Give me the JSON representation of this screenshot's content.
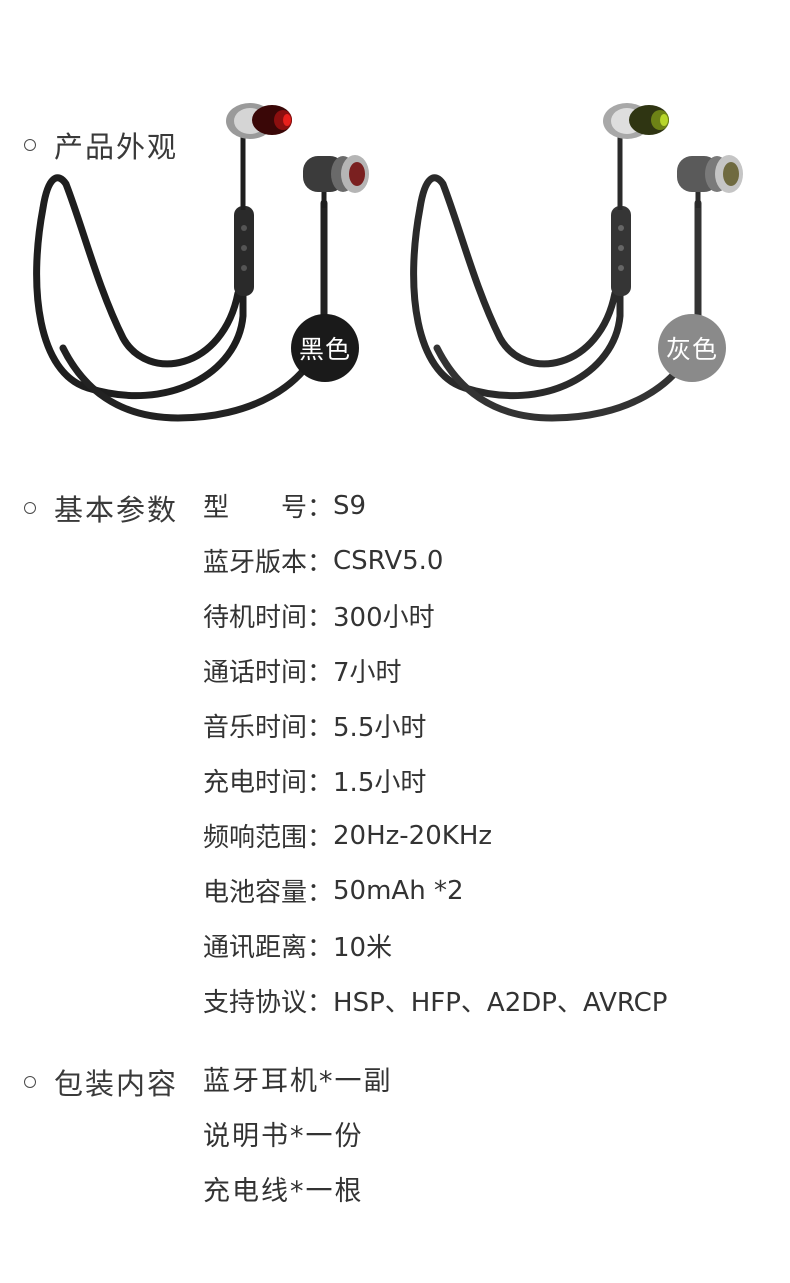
{
  "sections": {
    "appearance": {
      "title": "产品外观"
    },
    "specs": {
      "title": "基本参数"
    },
    "package": {
      "title": "包装内容"
    }
  },
  "colors": {
    "black": {
      "label": "黑色",
      "badge_color": "#1a1a1a",
      "tip_color": "#e8201c"
    },
    "grey": {
      "label": "灰色",
      "badge_color": "#8a8a8a",
      "tip_color": "#b7d62a"
    }
  },
  "specs": [
    {
      "label": "型　　号：",
      "value": "S9"
    },
    {
      "label": "蓝牙版本：",
      "value": "CSRV5.0"
    },
    {
      "label": "待机时间：",
      "value": "300小时"
    },
    {
      "label": "通话时间：",
      "value": "7小时"
    },
    {
      "label": "音乐时间：",
      "value": "5.5小时"
    },
    {
      "label": "充电时间：",
      "value": "1.5小时"
    },
    {
      "label": "频响范围：",
      "value": "20Hz-20KHz"
    },
    {
      "label": "电池容量：",
      "value": "50mAh *2"
    },
    {
      "label": "通讯距离：",
      "value": "10米"
    },
    {
      "label": "支持协议：",
      "value": "HSP、HFP、A2DP、AVRCP"
    }
  ],
  "package": [
    {
      "item": "蓝牙耳机*一副"
    },
    {
      "item": "说明书*一份"
    },
    {
      "item": "充电线*一根"
    }
  ]
}
